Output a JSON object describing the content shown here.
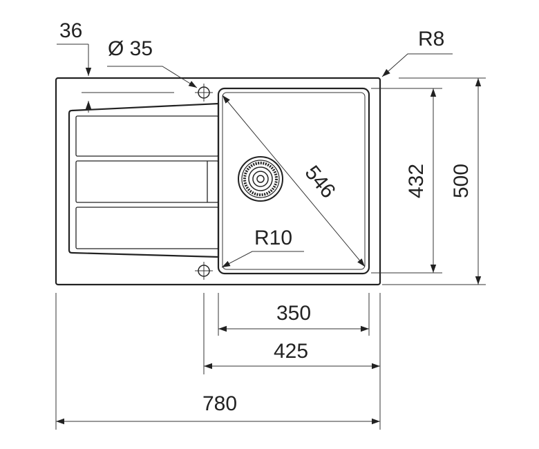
{
  "labels": {
    "dim_36": "36",
    "dim_hole": "Ø 35",
    "dim_r8": "R8",
    "dim_546": "546",
    "dim_432": "432",
    "dim_500": "500",
    "dim_r10": "R10",
    "dim_350": "350",
    "dim_425": "425",
    "dim_780": "780"
  },
  "colors": {
    "line": "#222222",
    "background": "#ffffff"
  },
  "icons": {
    "tap_hole": "crosshair-circle-icon",
    "drain": "strainer-icon"
  }
}
